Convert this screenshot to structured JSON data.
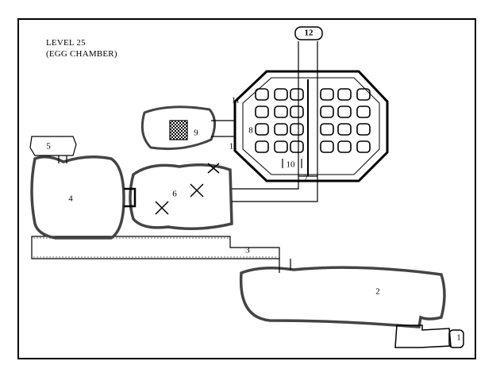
{
  "map": {
    "title": "LEVEL 25",
    "subtitle": "(EGG CHAMBER)",
    "rooms": [
      {
        "id": "1",
        "label": "1"
      },
      {
        "id": "2",
        "label": "2"
      },
      {
        "id": "3",
        "label": "3"
      },
      {
        "id": "4",
        "label": "4"
      },
      {
        "id": "5",
        "label": "5"
      },
      {
        "id": "6",
        "label": "6"
      },
      {
        "id": "7",
        "label": "7"
      },
      {
        "id": "8",
        "label": "8"
      },
      {
        "id": "9",
        "label": "9"
      },
      {
        "id": "10",
        "label": "10"
      },
      {
        "id": "11a",
        "label": "11"
      },
      {
        "id": "11b",
        "label": "11"
      },
      {
        "id": "12",
        "label": "12"
      }
    ],
    "colors": {
      "ink": "#000000",
      "paper": "#ffffff",
      "rubble": "#9a9a9a"
    }
  }
}
